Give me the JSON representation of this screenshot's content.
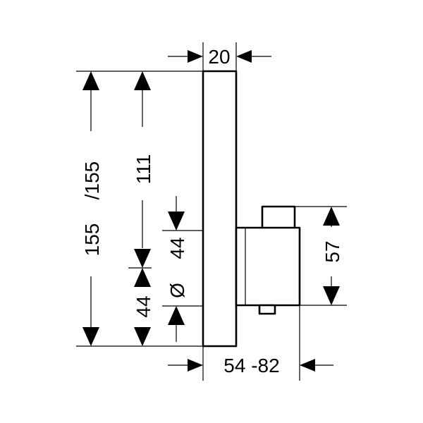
{
  "dimensions": {
    "width_top": "20",
    "height_total": "155",
    "height_alt": "/155",
    "height_upper": "111",
    "diameter_symbol": "Ø",
    "diameter_value": "44",
    "lower_offset": "44",
    "body_height": "57",
    "depth_range": "54 -82"
  }
}
